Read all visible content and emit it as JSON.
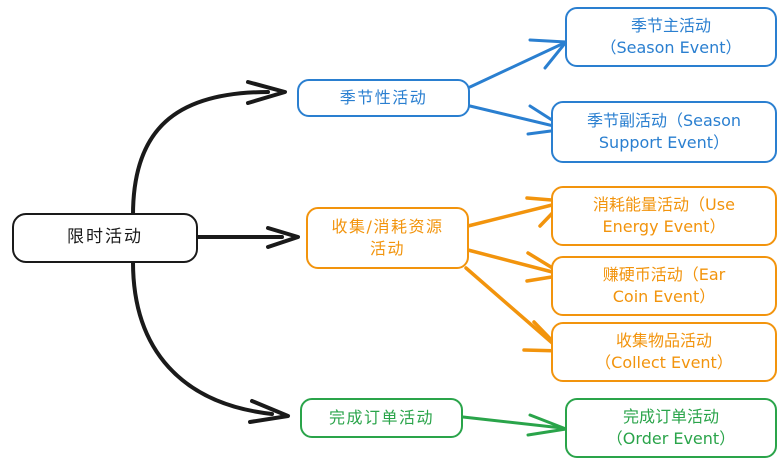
{
  "diagram": {
    "type": "mind-map",
    "title": "限时活动",
    "background": "#ffffff",
    "colors": {
      "root": "#1a1a1a",
      "blue": "#2a7fd0",
      "orange": "#f2940d",
      "green": "#2aa44a"
    },
    "root": {
      "label": "限时活动",
      "color": "#1a1a1a"
    },
    "branches": [
      {
        "label": "季节性活动",
        "color": "#2a7fd0",
        "children": [
          {
            "label": "季节主活动\n（Season Event）"
          },
          {
            "label": "季节副活动（Season\nSupport Event）"
          }
        ]
      },
      {
        "label": "收集/消耗资源\n活动",
        "color": "#f2940d",
        "children": [
          {
            "label": "消耗能量活动（Use\nEnergy Event）"
          },
          {
            "label": "赚硬币活动（Ear\nCoin Event）"
          },
          {
            "label": "收集物品活动\n（Collect Event）"
          }
        ]
      },
      {
        "label": "完成订单活动",
        "color": "#2aa44a",
        "children": [
          {
            "label": "完成订单活动\n（Order Event）"
          }
        ]
      }
    ]
  }
}
